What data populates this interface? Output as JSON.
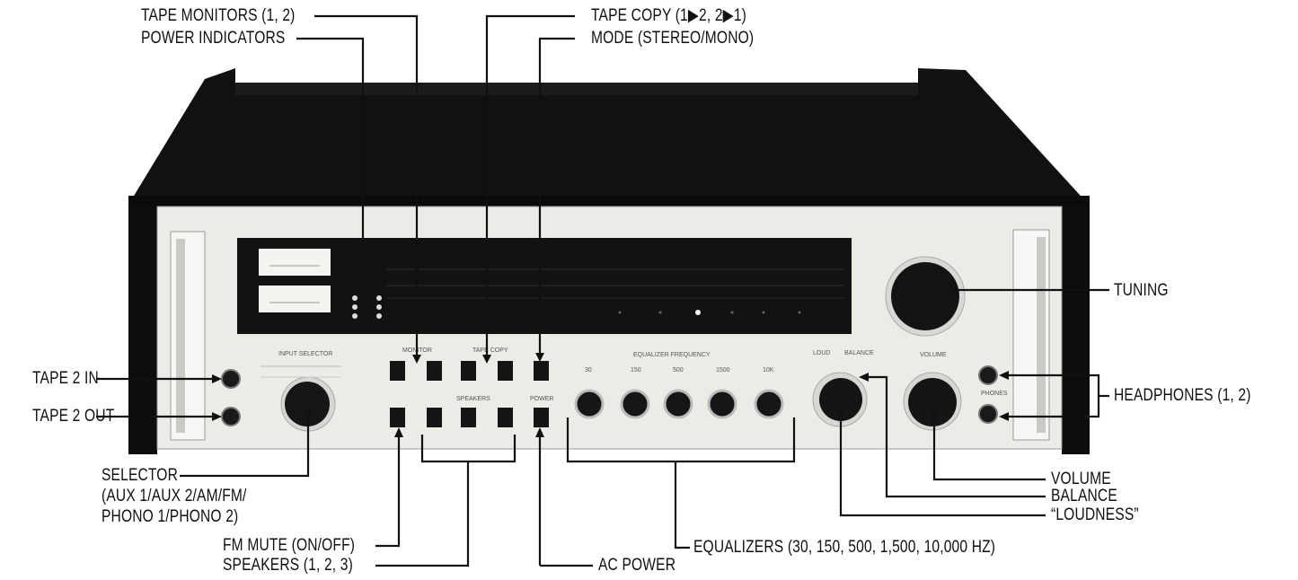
{
  "callouts": {
    "tape_monitors": "TAPE MONITORS (1, 2)",
    "power_indicators": "POWER INDICATORS",
    "tape_copy": "TAPE COPY (1▶2, 2▶1)",
    "mode": "MODE (STEREO/MONO)",
    "tuning": "TUNING",
    "tape2_in": "TAPE 2 IN",
    "tape2_out": "TAPE 2 OUT",
    "headphones": "HEADPHONES (1, 2)",
    "selector_1": "SELECTOR",
    "selector_2": "(AUX 1/AUX 2/AM/FM/",
    "selector_3": "PHONO 1/PHONO 2)",
    "volume": "VOLUME",
    "balance": "BALANCE",
    "loudness": "“LOUDNESS”",
    "fm_mute": "FM MUTE (ON/OFF)",
    "speakers": "SPEAKERS (1, 2, 3)",
    "ac_power": "AC POWER",
    "equalizers": "EQUALIZERS (30, 150, 500, 1,500, 10,000 HZ)"
  },
  "panel": {
    "equalizer_heading": "EQUALIZER FREQUENCY",
    "eq_bands": [
      "30",
      "150",
      "500",
      "1500",
      "10K"
    ],
    "selector_heading": "INPUT SELECTOR",
    "monitor_heading": "MONITOR",
    "tape_copy_heading": "TAPE COPY",
    "loudness_heading": "LOUD",
    "balance_heading": "BALANCE",
    "volume_heading": "VOLUME",
    "speakers_heading": "SPEAKERS",
    "power_heading": "POWER",
    "headphones_heading": "PHONES"
  }
}
